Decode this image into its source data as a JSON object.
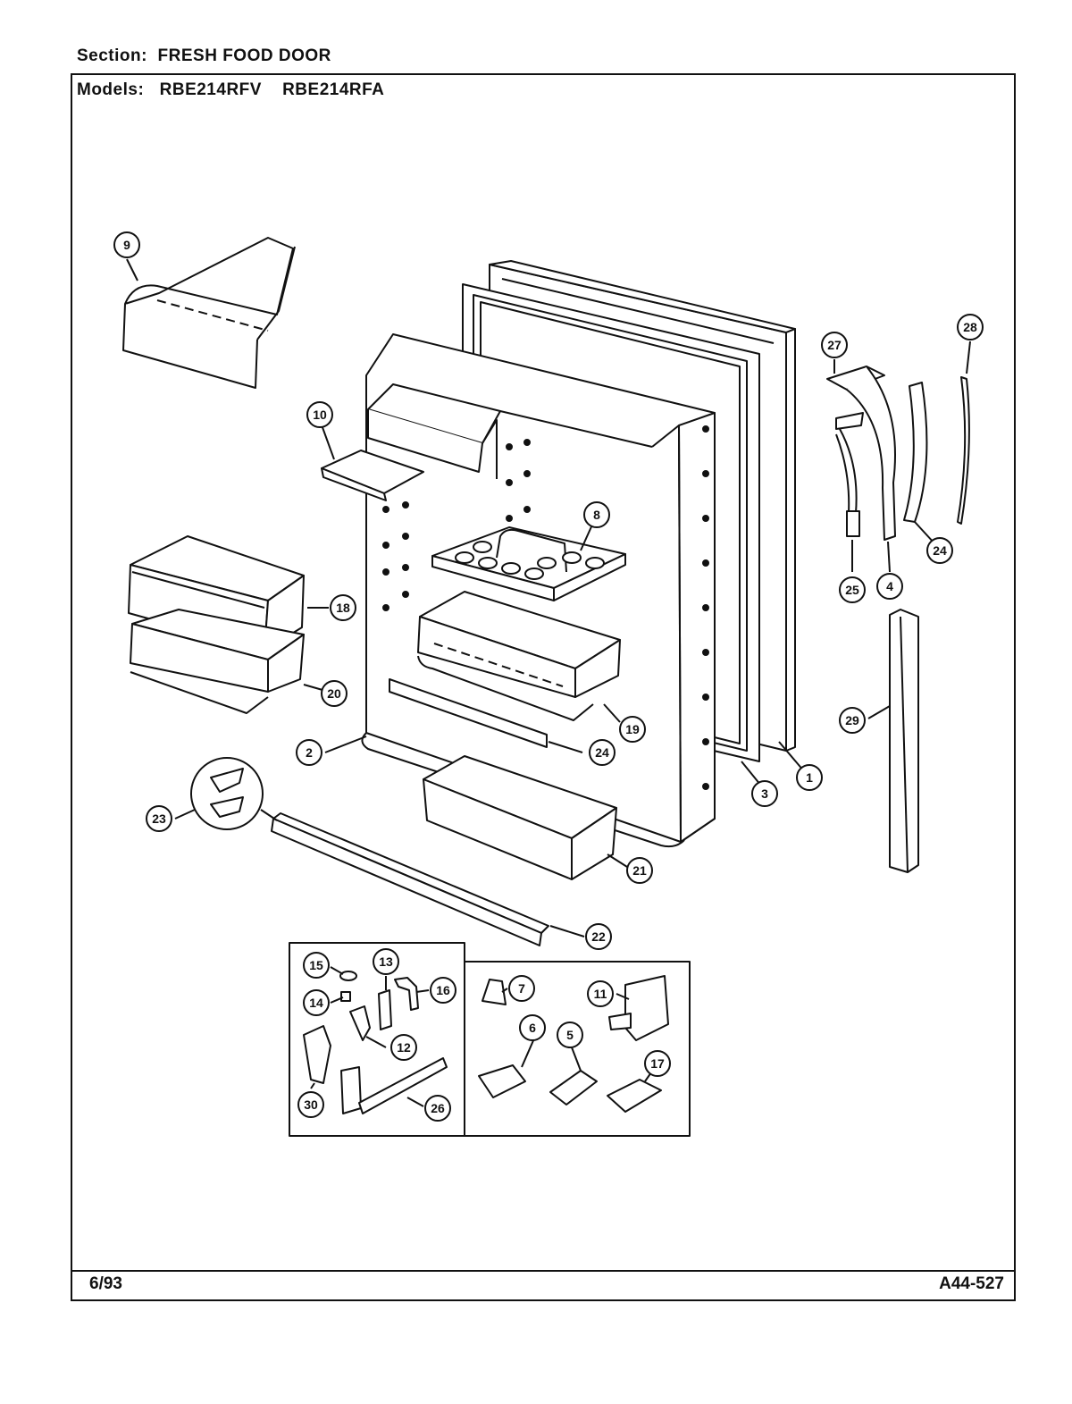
{
  "header": {
    "section_label": "Section:",
    "section_value": "FRESH FOOD DOOR",
    "models_label": "Models:",
    "models": [
      "RBE214RFV",
      "RBE214RFA"
    ]
  },
  "footer": {
    "date": "6/93",
    "diagram_code": "A44-527"
  },
  "callouts": [
    "1",
    "2",
    "3",
    "4",
    "5",
    "6",
    "7",
    "8",
    "9",
    "10",
    "11",
    "12",
    "13",
    "14",
    "15",
    "16",
    "17",
    "18",
    "19",
    "20",
    "21",
    "22",
    "23",
    "24",
    "25",
    "26",
    "27",
    "28",
    "29",
    "30"
  ]
}
